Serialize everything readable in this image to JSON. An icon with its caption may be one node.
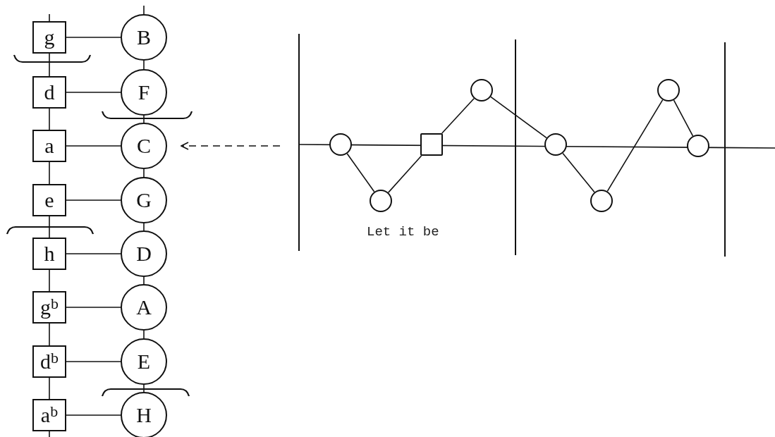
{
  "diagram": {
    "caption": "Let it be",
    "nodes": [
      {
        "text": [
          "g"
        ]
      },
      {
        "text": [
          "B"
        ]
      },
      {
        "text": [
          "d"
        ]
      },
      {
        "text": [
          "F"
        ]
      },
      {
        "text": [
          "a"
        ]
      },
      {
        "text": [
          "C"
        ]
      },
      {
        "text": [
          "e"
        ]
      },
      {
        "text": [
          "G"
        ]
      },
      {
        "text": [
          "h"
        ]
      },
      {
        "text": [
          "D"
        ]
      },
      {
        "text": [
          "g$^{b}$"
        ]
      },
      {
        "text": [
          "A"
        ]
      },
      {
        "text": [
          "d$^{b}$"
        ]
      },
      {
        "text": [
          "E"
        ]
      },
      {
        "text": [
          "a$^{b}$"
        ]
      },
      {
        "text": [
          "H"
        ]
      },
      {
        "text": [],
        "shape": "circle"
      },
      {
        "text": [],
        "shape": "circle"
      },
      {
        "text": [],
        "shape": "box"
      },
      {
        "text": [],
        "shape": "circle"
      },
      {
        "text": [],
        "shape": "circle"
      },
      {
        "text": [],
        "shape": "circle"
      },
      {
        "text": [],
        "shape": "circle"
      },
      {
        "text": [],
        "shape": "circle"
      }
    ],
    "edges": [
      {
        "from": 0,
        "to": 1,
        "arrow": "none"
      },
      {
        "from": 2,
        "to": 3,
        "arrow": "none"
      },
      {
        "from": 4,
        "to": 5,
        "arrow": "none"
      },
      {
        "from": 6,
        "to": 7,
        "arrow": "none"
      },
      {
        "from": 8,
        "to": 9,
        "arrow": "none"
      },
      {
        "from": 10,
        "to": 11,
        "arrow": "none"
      },
      {
        "from": 12,
        "to": 13,
        "arrow": "none"
      },
      {
        "from": 14,
        "to": 15,
        "arrow": "none"
      },
      {
        "from": 0,
        "to": 2,
        "arrow": "none"
      },
      {
        "from": 2,
        "to": 4,
        "arrow": "none"
      },
      {
        "from": 4,
        "to": 6,
        "arrow": "none"
      },
      {
        "from": 6,
        "to": 8,
        "arrow": "none"
      },
      {
        "from": 8,
        "to": 10,
        "arrow": "none"
      },
      {
        "from": 10,
        "to": 12,
        "arrow": "none"
      },
      {
        "from": 12,
        "to": 14,
        "arrow": "none"
      },
      {
        "from": 1,
        "to": 3,
        "arrow": "none"
      },
      {
        "from": 3,
        "to": 5,
        "arrow": "none"
      },
      {
        "from": 5,
        "to": 7,
        "arrow": "none"
      },
      {
        "from": 7,
        "to": 9,
        "arrow": "none"
      },
      {
        "from": 9,
        "to": 11,
        "arrow": "none"
      },
      {
        "from": 11,
        "to": 13,
        "arrow": "none"
      },
      {
        "from": 13,
        "to": 15,
        "arrow": "none"
      },
      {
        "from": 16,
        "to": 17,
        "arrow": "none"
      },
      {
        "from": 17,
        "to": 18,
        "arrow": "none"
      },
      {
        "from": 18,
        "to": 19,
        "arrow": "none"
      },
      {
        "from": 19,
        "to": 20,
        "arrow": "none"
      },
      {
        "from": 20,
        "to": 21,
        "arrow": "none"
      },
      {
        "from": 21,
        "to": 22,
        "arrow": "none"
      },
      {
        "from": 22,
        "to": 23,
        "arrow": "none"
      },
      {
        "from": null,
        "to": 5,
        "arrow": "to",
        "style": "dashed"
      }
    ]
  }
}
